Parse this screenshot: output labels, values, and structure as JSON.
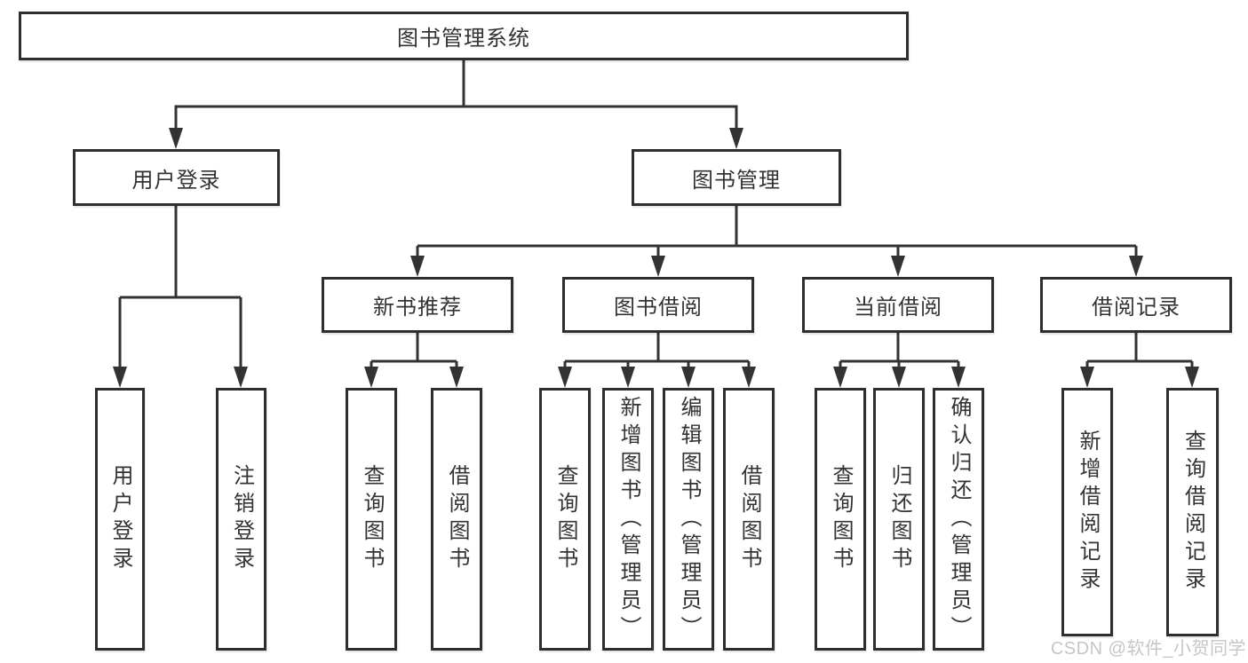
{
  "diagram": {
    "root": {
      "label": "图书管理系统"
    },
    "branches": [
      {
        "label": "用户登录",
        "children": [
          {
            "label": "用户登录"
          },
          {
            "label": "注销登录"
          }
        ]
      },
      {
        "label": "图书管理",
        "children": [
          {
            "label": "新书推荐",
            "children": [
              {
                "label": "查询图书"
              },
              {
                "label": "借阅图书"
              }
            ]
          },
          {
            "label": "图书借阅",
            "children": [
              {
                "label": "查询图书"
              },
              {
                "label": "新增图书（管理员）"
              },
              {
                "label": "编辑图书（管理员）"
              },
              {
                "label": "借阅图书"
              }
            ]
          },
          {
            "label": "当前借阅",
            "children": [
              {
                "label": "查询图书"
              },
              {
                "label": "归还图书"
              },
              {
                "label": "确认归还（管理员）"
              }
            ]
          },
          {
            "label": "借阅记录",
            "children": [
              {
                "label": "新增借阅记录"
              },
              {
                "label": "查询借阅记录"
              }
            ]
          }
        ]
      }
    ]
  },
  "watermark": {
    "text": "CSDN @软件_小贺同学"
  },
  "colors": {
    "line": "#333333",
    "box_border": "#2e2e2e",
    "text": "#333333",
    "background": "#ffffff",
    "watermark": "#c6c6c6"
  }
}
